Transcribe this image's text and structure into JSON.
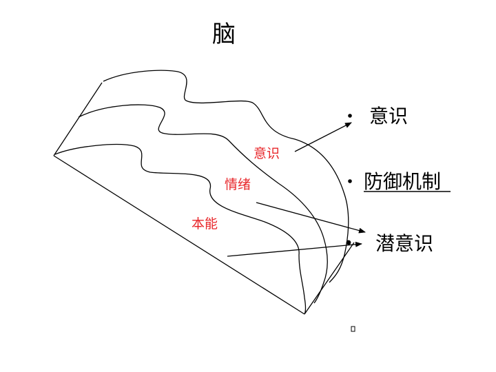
{
  "slide": {
    "title": "脑"
  },
  "layers": {
    "conscious_label": "意识",
    "emotion_label": "情绪",
    "instinct_label": "本能"
  },
  "bullets": [
    {
      "label": "意识",
      "underlined": false
    },
    {
      "label": "防御机制",
      "underlined": true
    },
    {
      "label": "潜意识",
      "underlined": false
    }
  ],
  "colors": {
    "label_red": "#e8262a",
    "line": "#000000",
    "background": "#ffffff"
  }
}
